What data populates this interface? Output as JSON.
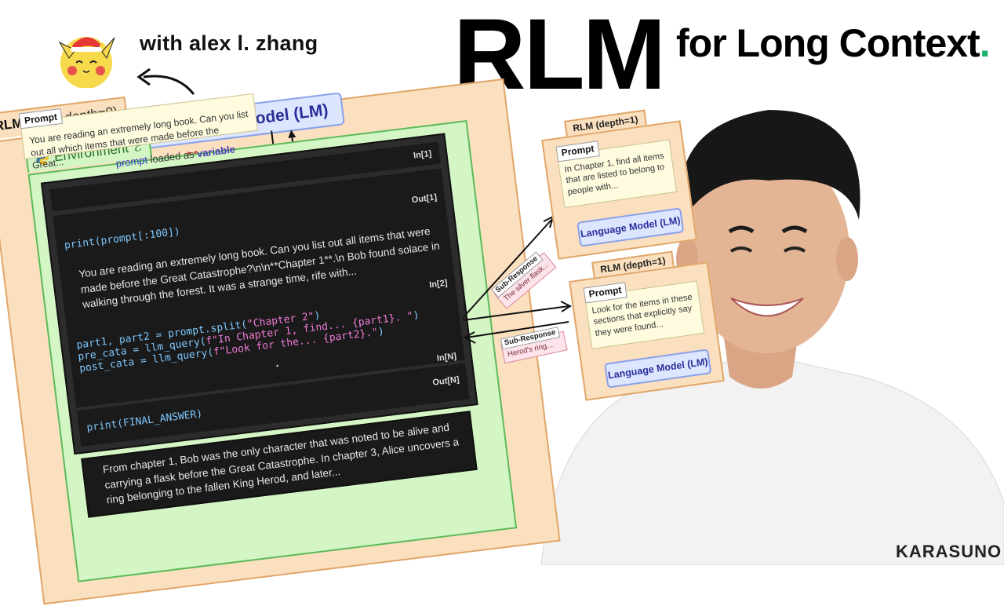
{
  "header": {
    "byline": "with alex l. zhang",
    "title_big": "RLM",
    "title_sub": "for Long Context",
    "title_sub_dot": ".",
    "accent_color": "#1bb36b"
  },
  "diagram": {
    "root_label_bold": "RLM",
    "root_label_rest": " (root / depth=0)",
    "lm_label": "Language Model (LM)",
    "env_label": "Environment",
    "env_symbol": "ℰ",
    "prompt_tag": "Prompt",
    "prompt_text": "You are reading an extremely long book. Can you list out all which items that were made before the Great...",
    "loaded_kw": "prompt",
    "loaded_mid": " loaded as ",
    "loaded_var": "variable",
    "cells": {
      "in1_label": "In[1]",
      "in1_code": "print(prompt[:100])",
      "out1_label": "Out[1]",
      "out1_text": "You are reading an extremely long book. Can you list out all items that were made before the Great Catastrophe?\\n\\n**Chapter 1**.\\n Bob found solace in walking through the forest. It was a strange time, rife with...",
      "in2_label": "In[2]",
      "in2_line1_a": "part1, part2 = prompt.split(",
      "in2_line1_s": "\"Chapter 2\"",
      "in2_line1_b": ")",
      "in2_line2_a": "pre_cata = llm_query(",
      "in2_line2_s": "f\"In Chapter 1, find... {part1}. \"",
      "in2_line2_b": ")",
      "in2_line3_a": "post_cata = llm_query(",
      "in2_line3_s": "f\"Look for the... {part2}.\"",
      "in2_line3_b": ")",
      "ellipsis": "⋮",
      "inN_label": "In[N]",
      "inN_code": "print(FINAL_ANSWER)",
      "outN_label": "Out[N]",
      "outN_text": "From chapter 1, Bob was the only character that was noted to be alive and carrying a flask before the Great Catastrophe. In chapter 3, Alice uncovers a ring belonging to the fallen King Herod, and later..."
    },
    "sub_rlms": [
      {
        "label": "RLM (depth=1)",
        "prompt_tag": "Prompt",
        "prompt_text": "In Chapter 1, find all items that are listed to belong to people with...",
        "lm_label": "Language Model (LM)"
      },
      {
        "label": "RLM (depth=1)",
        "prompt_tag": "Prompt",
        "prompt_text": "Look for the items in these sections that explicitly say they were found...",
        "lm_label": "Language Model (LM)"
      }
    ],
    "sub_responses": [
      {
        "tag": "Sub-Response",
        "text": "The silver flask..."
      },
      {
        "tag": "Sub-Response",
        "text": "Herod's ring..."
      }
    ],
    "blocked_mark": "✕"
  },
  "person": {
    "shirt_text": "KARASUNO"
  }
}
